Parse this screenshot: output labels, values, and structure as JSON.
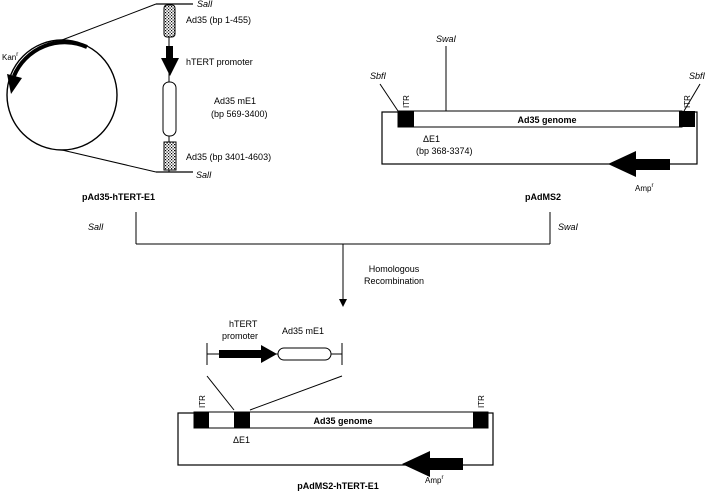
{
  "colors": {
    "ink": "#000000",
    "paper": "#ffffff"
  },
  "plasmid1": {
    "name": "pAd35-hTERT-E1",
    "kan": "Kan",
    "kan_sup": "r",
    "site_top": "SalI",
    "site_bottom": "SalI",
    "seg_top": "Ad35 (bp 1-455)",
    "promoter": "hTERT promoter",
    "me1_line1": "Ad35 mE1",
    "me1_line2": "(bp 569-3400)",
    "seg_bottom": "Ad35 (bp 3401-4603)"
  },
  "plasmid2": {
    "name": "pAdMS2",
    "swa": "SwaI",
    "sbf_left": "SbfI",
    "sbf_right": "SbfI",
    "itr_left": "ITR",
    "itr_right": "ITR",
    "genome": "Ad35 genome",
    "delta_line1": "ΔE1",
    "delta_line2": "(bp 368-3374)",
    "amp": "Amp",
    "amp_sup": "r"
  },
  "digest": {
    "left": "SalI",
    "right": "SwaI"
  },
  "recombination": {
    "line1": "Homologous",
    "line2": "Recombination"
  },
  "product": {
    "promoter_line1": "hTERT",
    "promoter_line2": "promoter",
    "me1": "Ad35 mE1",
    "itr_left": "ITR",
    "itr_right": "ITR",
    "genome": "Ad35 genome",
    "delta": "ΔE1",
    "amp": "Amp",
    "amp_sup": "r",
    "name": "pAdMS2-hTERT-E1"
  }
}
